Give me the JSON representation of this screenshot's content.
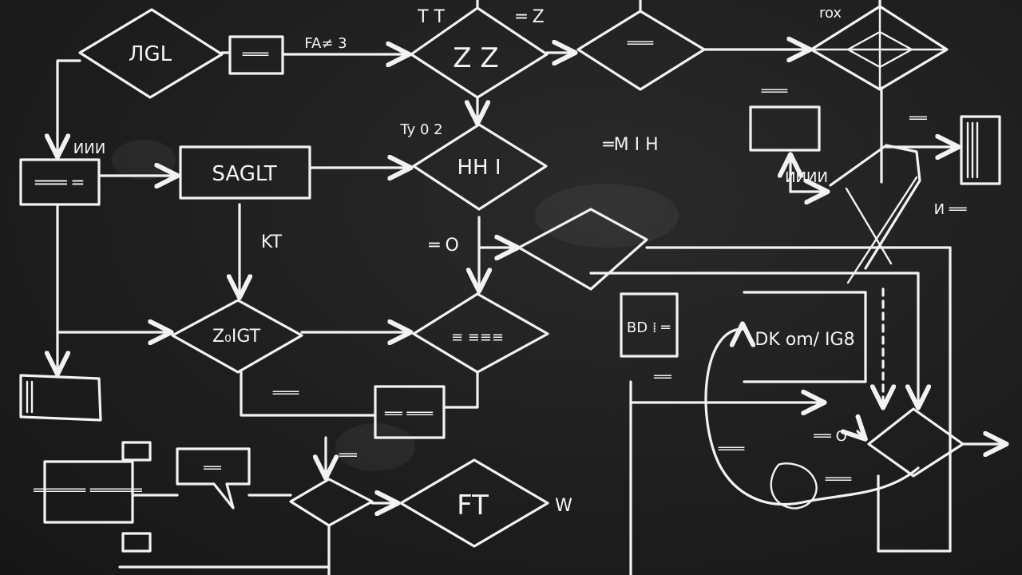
{
  "nodes": {
    "d1": "ЛGL",
    "d2": "Z Z",
    "d3": "═══",
    "d5": "HH I",
    "d6": "Z₀IGT",
    "d7": "≡ ≡≡≡",
    "d8": "",
    "d9": "FT",
    "b1": "═══",
    "b2": "═══ ═",
    "b3": "SAGLT",
    "b4": "",
    "b5": "══ ═══",
    "b6": "BD ⁞ ═",
    "b8": "",
    "b9": "DK om/ IG8",
    "b10": "",
    "b11": "══════ ══════",
    "b12": "══"
  },
  "labels": {
    "t1": "T T",
    "t2": "═ Z",
    "t3": "FA≠ 3",
    "t4": "rox",
    "t5": "ИИИ",
    "t6": "Ty 0 2",
    "t7": "═M I H",
    "t8": "═══",
    "t9": "══",
    "t10": "KT",
    "t11": "═ O",
    "t12": "И ══",
    "t13": "ИИИИ",
    "t14": "═══",
    "t15": "══ O",
    "t16": "══",
    "t17": "═══",
    "t18": "══",
    "t19": "W",
    "t20": "═══"
  }
}
